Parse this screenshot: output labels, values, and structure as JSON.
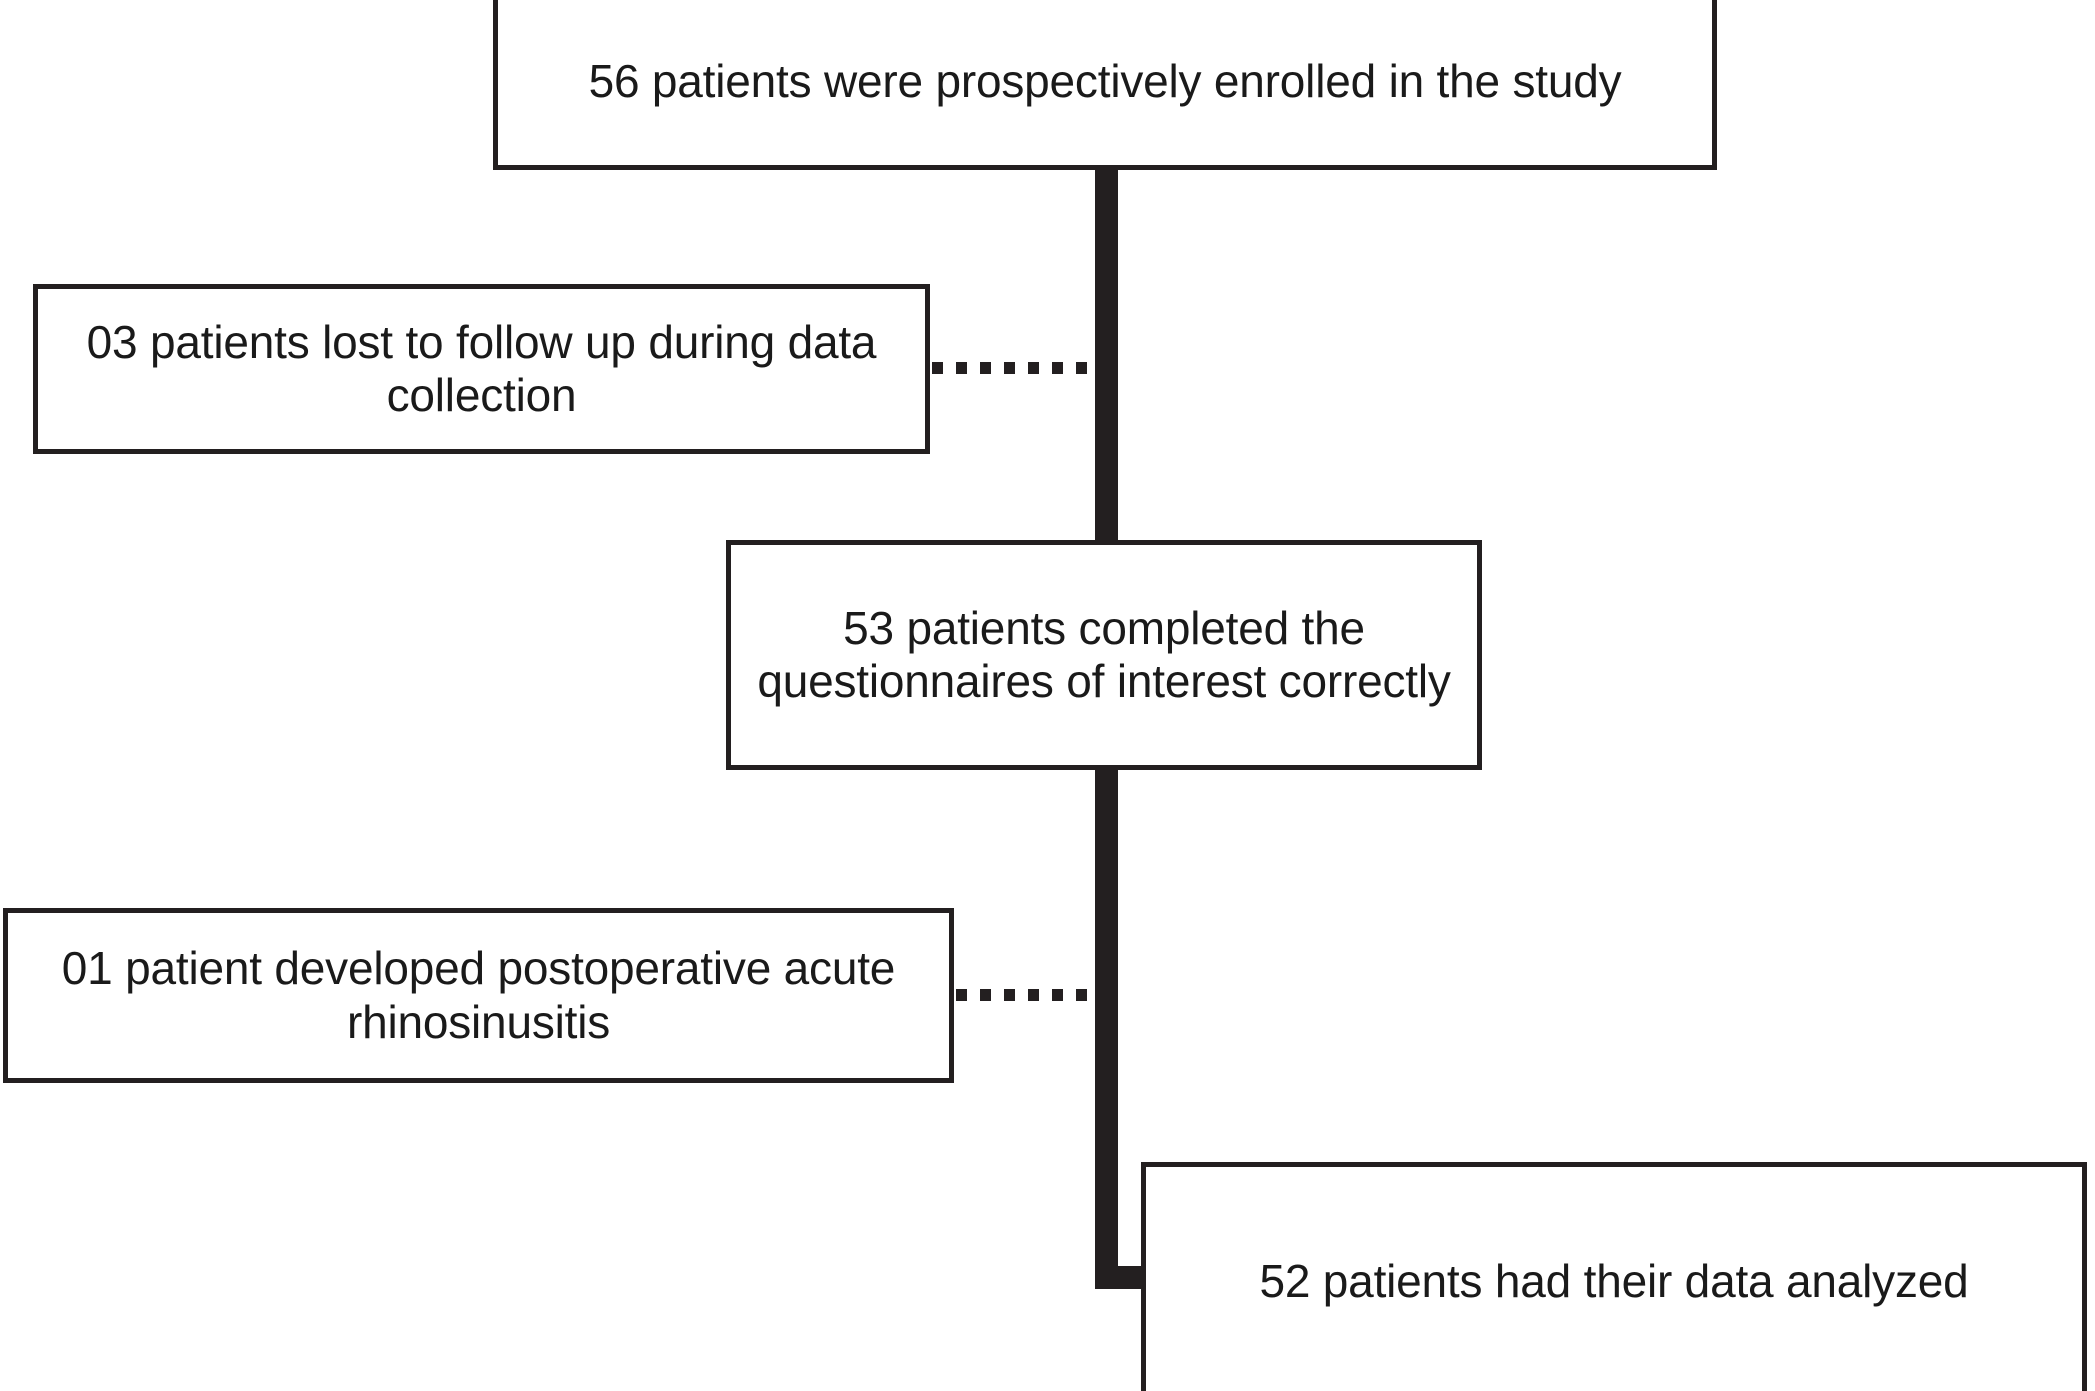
{
  "diagram": {
    "type": "flowchart",
    "title": "Patient enrollment flow diagram",
    "colors": {
      "line": "#231f20",
      "box_border": "#231f20",
      "box_fill": "#ffffff",
      "text": "#1a1a1a",
      "background": "#ffffff"
    },
    "nodes": [
      {
        "id": "enrolled",
        "text": "56 patients were prospectively enrolled in the study",
        "count": 56,
        "role": "enrollment"
      },
      {
        "id": "lost",
        "text": "03 patients lost to follow up during data collection",
        "count": 3,
        "role": "exclusion"
      },
      {
        "id": "completed",
        "text": "53 patients completed the questionnaires of interest correctly",
        "count": 53,
        "role": "stage"
      },
      {
        "id": "rhinosinusitis",
        "text": "01 patient developed postoperative acute rhinosinusitis",
        "count": 1,
        "role": "exclusion"
      },
      {
        "id": "analyzed",
        "text": "52 patients  had their data analyzed",
        "count": 52,
        "role": "analysis"
      }
    ],
    "connectors": [
      {
        "id": "spine",
        "style": "solid",
        "from": "enrolled",
        "to": "analyzed"
      },
      {
        "id": "connector-lost",
        "style": "dotted",
        "from": "spine",
        "to": "lost"
      },
      {
        "id": "connector-rhinosinusitis",
        "style": "dotted",
        "from": "spine",
        "to": "rhinosinusitis"
      }
    ]
  }
}
